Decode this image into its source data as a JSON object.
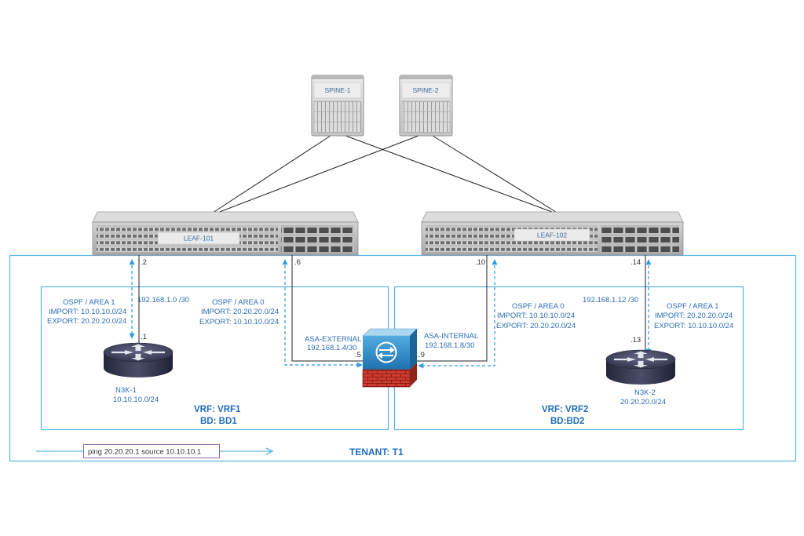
{
  "spines": [
    {
      "label": "SPINE-1",
      "icon": "spine-switch-icon"
    },
    {
      "label": "SPINE-2",
      "icon": "spine-switch-icon"
    }
  ],
  "leaves": [
    {
      "label": "LEAF-101",
      "icon": "leaf-switch-icon"
    },
    {
      "label": "LEAF-102",
      "icon": "leaf-switch-icon"
    }
  ],
  "firewall": {
    "icon": "asa-firewall-icon"
  },
  "tenant": {
    "label": "TENANT: T1"
  },
  "vrf1": {
    "vrf_label": "VRF: VRF1",
    "bd_label": "BD: BD1",
    "router": {
      "name": "N3K-1",
      "subnet": "10.10.10.0/24",
      "icon": "router-icon"
    },
    "router_link": {
      "leaf_ip": ".2",
      "subnet": "192.168.1.0 /30",
      "router_ip": ".1"
    },
    "router_ospf": {
      "area": "OSPF / AREA 1",
      "import": "IMPORT: 10.10.10.0/24",
      "export": "EXPORT: 20.20.20.0/24"
    },
    "asa_link": {
      "leaf_ip": ".6",
      "interface": "ASA-EXTERNAL",
      "subnet": "192.168.1.4/30",
      "asa_ip": ".5"
    },
    "asa_ospf": {
      "area": "OSPF / AREA 0",
      "import": "IMPORT: 20.20.20.0/24",
      "export": "EXPORT: 10.10.10.0/24"
    }
  },
  "vrf2": {
    "vrf_label": "VRF: VRF2",
    "bd_label": "BD:BD2",
    "router": {
      "name": "N3K-2",
      "subnet": "20.20.20.0/24",
      "icon": "router-icon"
    },
    "router_link": {
      "leaf_ip": ".14",
      "subnet": "192.168.1.12 /30",
      "router_ip": ".13"
    },
    "router_ospf": {
      "area": "OSPF / AREA 1",
      "import": "IMPORT: 20.20.20.0/24",
      "export": "EXPORT: 10.10.10.0/24"
    },
    "asa_link": {
      "leaf_ip": ".10",
      "interface": "ASA-INTERNAL",
      "subnet": "192.168.1.8/30",
      "asa_ip": ".9"
    },
    "asa_ospf": {
      "area": "OSPF / AREA 0",
      "import": "IMPORT: 10.10.10.0/24",
      "export": "EXPORT: 20.20.20.0/24"
    }
  },
  "ping": {
    "command": "ping 20.20.20.1 source 10.10.10.1"
  },
  "colors": {
    "tenant_border": "#5ab4e6",
    "flow_arrow": "#2e9be0",
    "label_text": "#2c6db3",
    "title_text": "#1f6fbf",
    "ping_box_border": "#8c64b0",
    "link_line": "#222222"
  }
}
